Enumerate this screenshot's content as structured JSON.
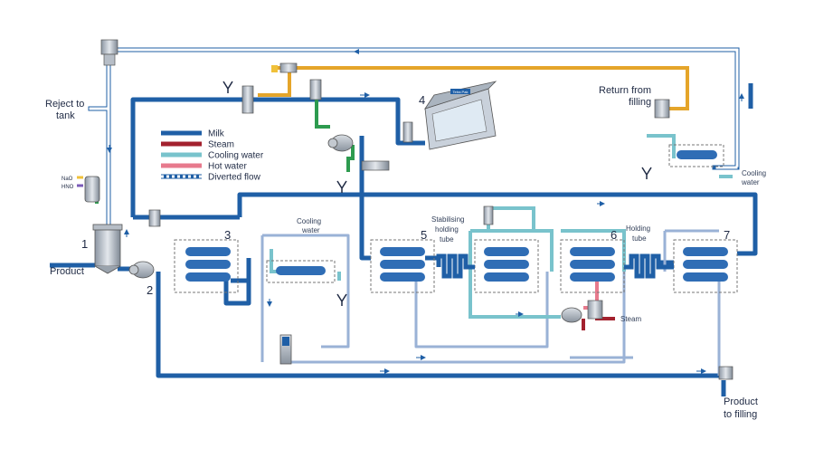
{
  "labels": {
    "reject_to_tank": [
      "Reject to",
      "tank"
    ],
    "product": "Product",
    "product_to_filling": [
      "Product",
      "to filling"
    ],
    "return_from_filling": [
      "Return from",
      "filling"
    ],
    "cooling_water_left": [
      "Cooling",
      "water"
    ],
    "cooling_water_right": [
      "Cooling",
      "water"
    ],
    "stabilising_tube": [
      "Stabilising",
      "holding",
      "tube"
    ],
    "holding_tube": [
      "Holding",
      "tube"
    ],
    "steam": "Steam",
    "naoh": "NaO",
    "hno": "HNO",
    "machine_brand": "Tetra Pak"
  },
  "numbers": {
    "n1": "1",
    "n2": "2",
    "n3": "3",
    "n4": "4",
    "n5": "5",
    "n6": "6",
    "n7": "7"
  },
  "legend": [
    {
      "label": "Milk",
      "color": "#1f5fa6",
      "style": "solid"
    },
    {
      "label": "Steam",
      "color": "#a3212e",
      "style": "solid"
    },
    {
      "label": "Cooling water",
      "color": "#79c3cc",
      "style": "solid"
    },
    {
      "label": "Hot water",
      "color": "#e77a8d",
      "style": "solid"
    },
    {
      "label": "Diverted flow",
      "color": "#1f5fa6",
      "style": "dashed"
    }
  ],
  "colors": {
    "milk": "#1f5fa6",
    "milk_light": "#9ab2d6",
    "steam": "#a3212e",
    "cooling": "#79c3cc",
    "hot_water": "#e77a8d",
    "yellow": "#e5a52a",
    "green": "#2d9b4f"
  }
}
